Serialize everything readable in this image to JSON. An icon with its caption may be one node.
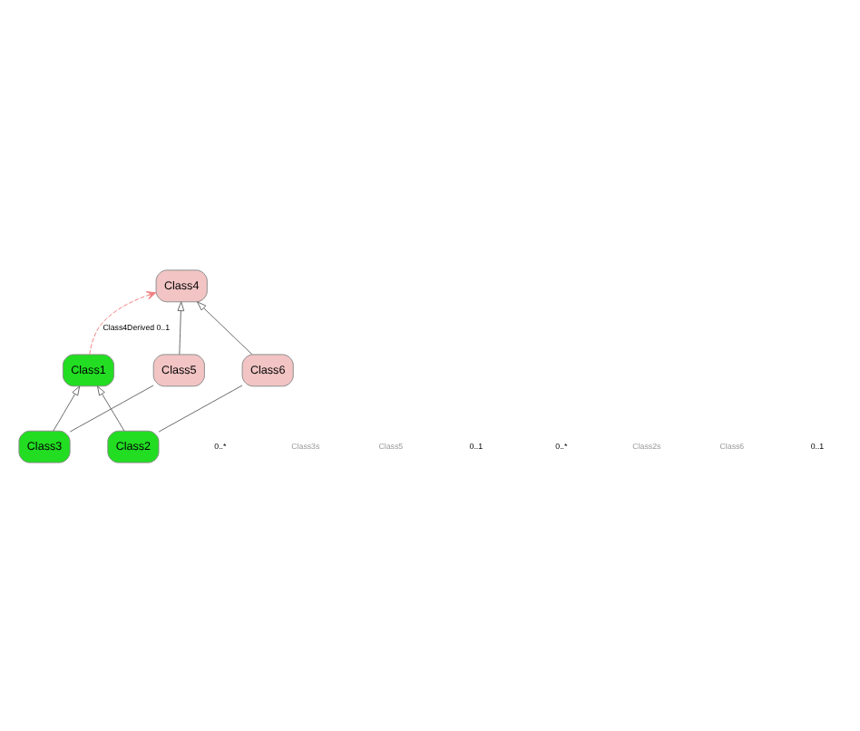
{
  "diagram": {
    "nodes": [
      {
        "text": [
          "Class1"
        ]
      },
      {
        "text": [
          "Class4"
        ]
      },
      {
        "text": [
          "Class3"
        ]
      },
      {
        "text": [
          "Class5"
        ]
      },
      {
        "text": [
          "Class2"
        ]
      },
      {
        "text": [
          "Class6"
        ]
      }
    ],
    "edges": [
      {
        "from": 0,
        "to": 1,
        "arrow": "to",
        "label": "Class4Derived 0..1",
        "style": "dashed",
        "color": "#f08080"
      },
      {
        "from": 2,
        "to": 0,
        "arrow": "to"
      },
      {
        "from": 4,
        "to": 0,
        "arrow": "to"
      },
      {
        "from": 3,
        "to": 1,
        "arrow": "to"
      },
      {
        "from": 5,
        "to": 1,
        "arrow": "to"
      },
      {
        "from": 2,
        "to": 3,
        "arrow": "none"
      },
      {
        "from": 4,
        "to": 5,
        "arrow": "none"
      }
    ],
    "labels": [
      "0..*",
      "Class3s",
      "Class5",
      "0..1",
      "0..*",
      "Class2s",
      "Class6",
      "0..1"
    ]
  }
}
